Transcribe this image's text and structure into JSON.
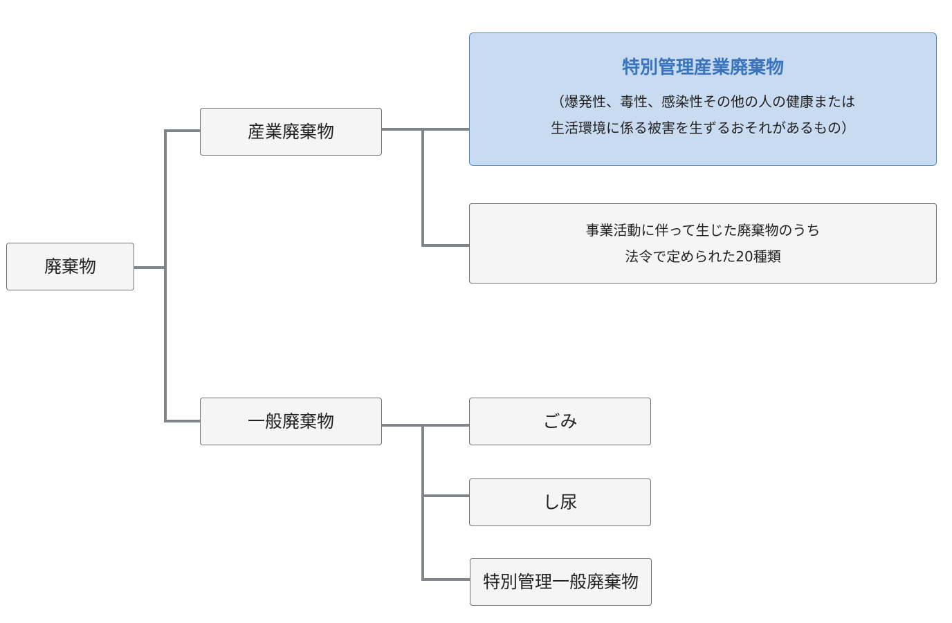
{
  "nodes": {
    "root": "廃棄物",
    "industrial": "産業廃棄物",
    "general": "一般廃棄物",
    "special_industrial": {
      "title": "特別管理産業廃棄物",
      "line1": "（爆発性、毒性、感染性その他の人の健康または",
      "line2": "生活環境に係る被害を生ずるおそれがあるもの）"
    },
    "industrial_definition": {
      "line1": "事業活動に伴って生じた廃棄物のうち",
      "line2": "法令で定められた20種類"
    },
    "garbage": "ごみ",
    "human_waste": "し尿",
    "special_general": "特別管理一般廃棄物"
  },
  "colors": {
    "connector": "#808589",
    "node_fill": "#f5f5f5",
    "highlight_fill": "#c9dbf0",
    "highlight_border": "#4b88cc",
    "highlight_title": "#3a74bd"
  }
}
